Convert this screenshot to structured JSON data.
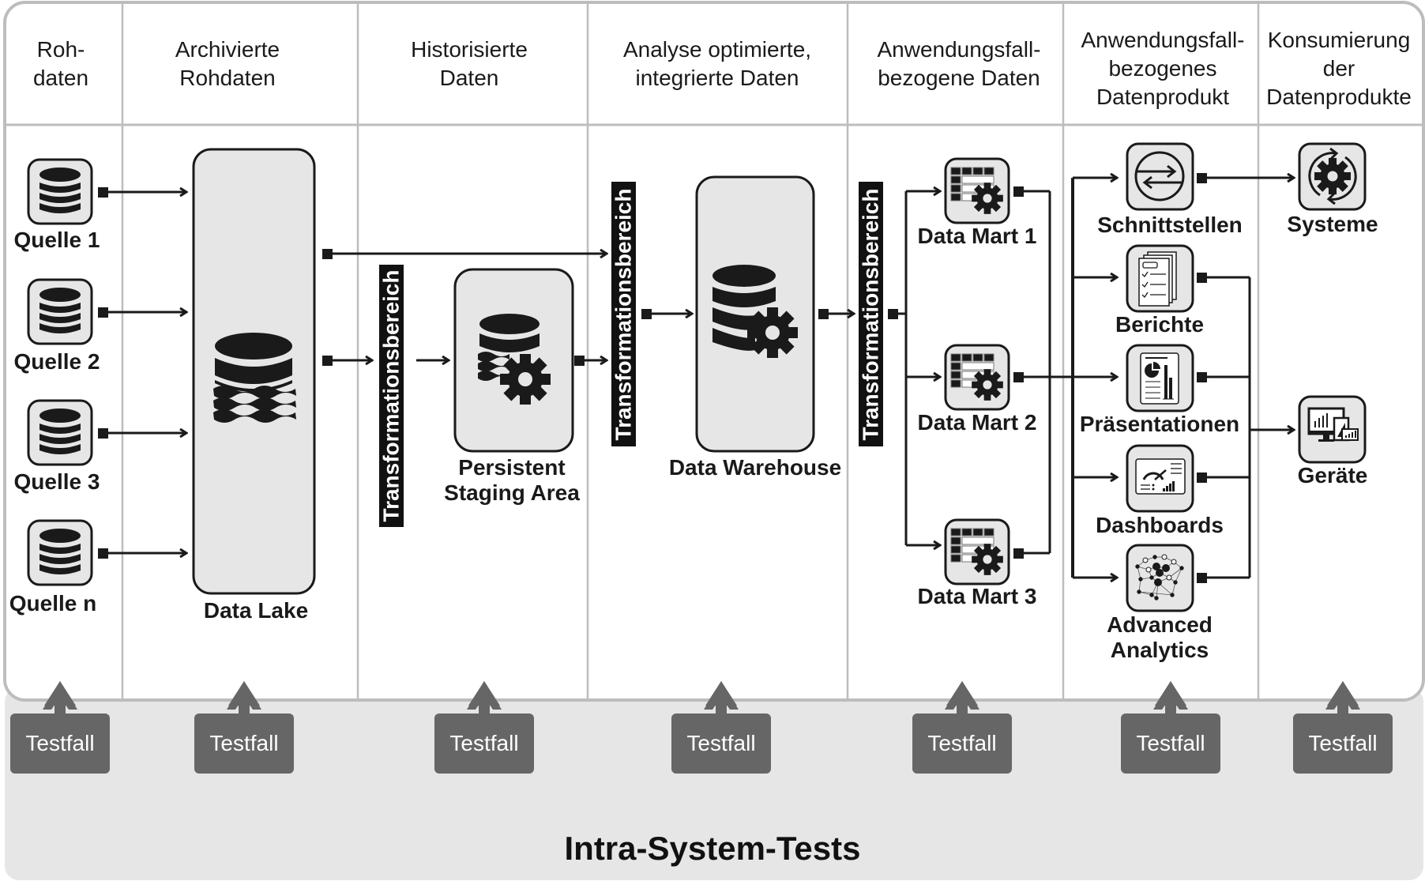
{
  "colors": {
    "stroke": "#1a1a1a",
    "box_fill": "#e6e6e6",
    "grid_line": "#bdbdbd",
    "footer_fill": "#e6e6e6",
    "testfall_fill": "#666666",
    "testfall_text": "#ffffff"
  },
  "columns": [
    {
      "line1": "Roh-",
      "line2": "daten"
    },
    {
      "line1": "Archivierte",
      "line2": "Rohdaten"
    },
    {
      "line1": "Historisierte",
      "line2": "Daten"
    },
    {
      "line1": "Analyse optimierte,",
      "line2": "integrierte Daten"
    },
    {
      "line1": "Anwendungsfall-",
      "line2": "bezogene Daten"
    },
    {
      "line1": "Anwendungsfall-",
      "line2": "bezogenes",
      "line3": "Datenprodukt"
    },
    {
      "line1": "Konsumierung",
      "line2": "der",
      "line3": "Datenprodukte"
    }
  ],
  "sources": [
    {
      "label": "Quelle 1",
      "icon": "database-icon"
    },
    {
      "label": "Quelle 2",
      "icon": "database-icon"
    },
    {
      "label": "Quelle 3",
      "icon": "database-icon"
    },
    {
      "label": "Quelle n",
      "icon": "database-icon"
    }
  ],
  "data_lake": {
    "label": "Data Lake",
    "icon": "data-lake-icon"
  },
  "transformation_label": "Transformationsbereich",
  "psa": {
    "line1": "Persistent",
    "line2": "Staging Area",
    "icon": "database-gear-waves-icon"
  },
  "data_warehouse": {
    "label": "Data Warehouse",
    "icon": "database-gear-icon"
  },
  "data_marts": [
    {
      "label": "Data Mart 1",
      "icon": "table-gear-icon"
    },
    {
      "label": "Data Mart 2",
      "icon": "table-gear-icon"
    },
    {
      "label": "Data Mart 3",
      "icon": "table-gear-icon"
    }
  ],
  "products": [
    {
      "label": "Schnittstellen",
      "icon": "interface-exchange-icon"
    },
    {
      "label": "Berichte",
      "icon": "reports-icon"
    },
    {
      "label": "Präsentationen",
      "icon": "presentation-icon"
    },
    {
      "label": "Dashboards",
      "icon": "dashboard-icon"
    },
    {
      "label": "Advanced",
      "label2": "Analytics",
      "icon": "network-analytics-icon"
    }
  ],
  "consumers": [
    {
      "label": "Systeme",
      "icon": "system-gear-cycle-icon"
    },
    {
      "label": "Geräte",
      "icon": "devices-icon"
    }
  ],
  "testfall_label": "Testfall",
  "testfall_count": 7,
  "footer_title": "Intra-System-Tests"
}
